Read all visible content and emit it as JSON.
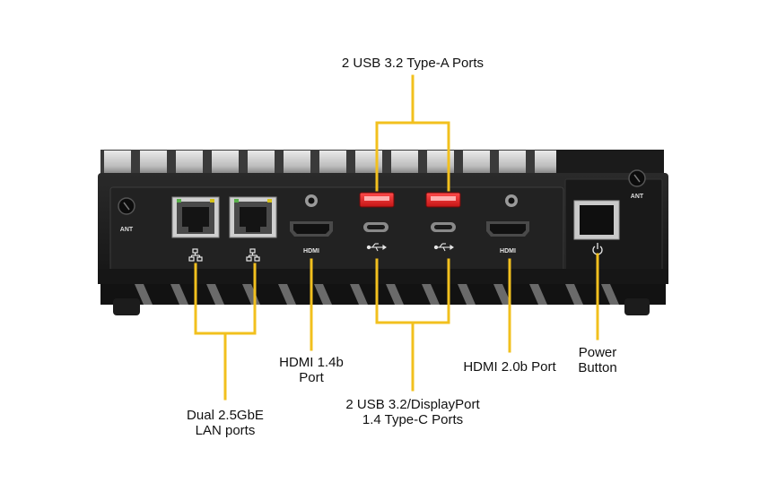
{
  "accent_color": "#f2c01e",
  "device": {
    "ant_label_left": "ANT",
    "ant_label_right": "ANT",
    "hdmi_label_left": "HDMI",
    "hdmi_label_right": "HDMI"
  },
  "callouts": {
    "usb_a": {
      "line1": "2 USB 3.2 Type-A Ports"
    },
    "hdmi14": {
      "line1": "HDMI 1.4b",
      "line2": "Port"
    },
    "hdmi20": {
      "line1": "HDMI 2.0b Port"
    },
    "power": {
      "line1": "Power",
      "line2": "Button"
    },
    "usb_c": {
      "line1": "2 USB 3.2/DisplayPort",
      "line2": "1.4 Type-C Ports"
    },
    "lan": {
      "line1": "Dual 2.5GbE",
      "line2": "LAN ports"
    }
  }
}
